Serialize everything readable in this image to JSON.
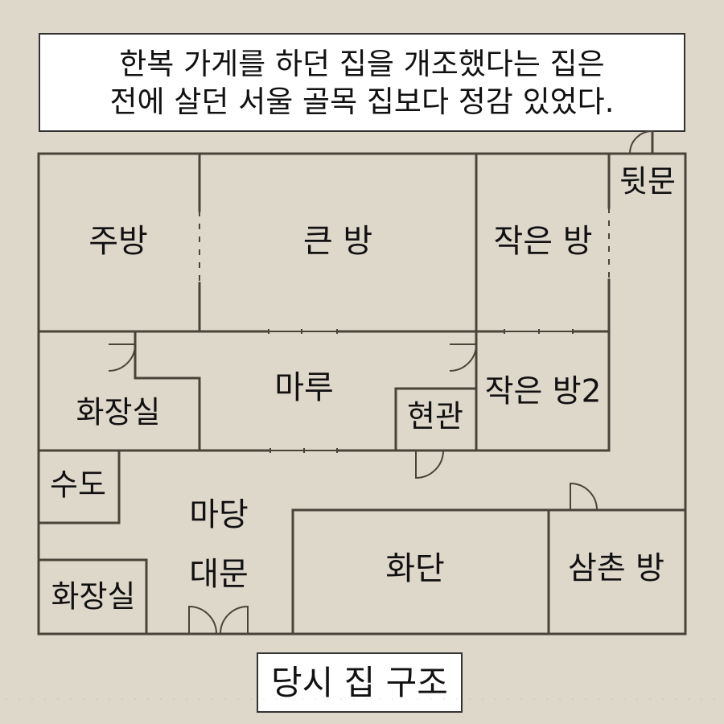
{
  "caption": {
    "line1": "한복 가게를 하던 집을 개조했다는 집은",
    "line2": "전에 살던 서울 골목 집보다 정감 있었다."
  },
  "footer": {
    "label": "당시 집 구조"
  },
  "rooms": {
    "kitchen": "주방",
    "big_room": "큰 방",
    "small_room": "작은 방",
    "back_door": "뒷문",
    "maru": "마루",
    "bathroom_upper": "화장실",
    "entrance": "현관",
    "small_room2": "작은 방2",
    "water": "수도",
    "yard": "마당",
    "main_gate": "대문",
    "bathroom_lower": "화장실",
    "flower_bed": "화단",
    "uncle_room": "삼촌 방"
  },
  "colors": {
    "background": "#ded8cb",
    "wall": "#4a433a",
    "box_border": "#333333",
    "text": "#111111",
    "box_fill": "#ffffff"
  }
}
